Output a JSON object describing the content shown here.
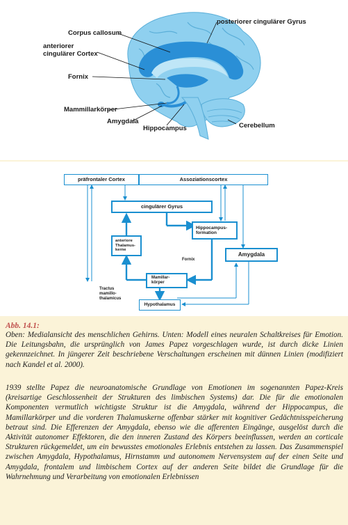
{
  "brain": {
    "labels": {
      "corpus_callosum": "Corpus callosum",
      "anterior_cingulate": "anteriorer\ncingulärer Cortex",
      "posterior_cingulate": "posteriorer cingulärer Gyrus",
      "fornix": "Fornix",
      "mammillary": "Mammillarkörper",
      "amygdala": "Amygdala",
      "hippocampus": "Hippocampus",
      "cerebellum": "Cerebellum"
    }
  },
  "circuit": {
    "prefrontal": "präfrontaler Cortex",
    "association": "Assoziationscortex",
    "cingulate": "cingulärer Gyrus",
    "hippocampal_formation": "Hippocampus-\nformation",
    "anterior_thalamic": "anteriore\nThalamus-\nkerne",
    "fornix": "Fornix",
    "amygdala": "Amygdala",
    "mammillary": "Mamillar-\nkörper",
    "tractus": "Tractus\nmamillo-\nthalamicus",
    "hypothalamus": "Hypothalamus"
  },
  "caption": {
    "heading": "Abb. 14.1:",
    "text": "Oben: Medialansicht des menschlichen Gehirns. Unten: Modell eines neuralen Schaltkreises für Emotion. Die Leitungsbahn, die ursprünglich von James Papez vorgeschlagen wurde, ist durch dicke Linien gekennzeichnet. In jüngerer Zeit beschriebene Verschaltungen erscheinen mit dünnen Linien (modifiziert nach Kandel et al. 2000)."
  },
  "body": {
    "paragraph": "1939 stellte Papez die neuroanatomische Grundlage von Emotionen im sogenannten Papez-Kreis (kreisartige Geschlossenheit der Strukturen des limbischen Systems) dar. Die für die emotionalen Komponenten vermutlich wichtigste Struktur ist die Amygdala, während der Hippocampus, die Mamillarkörper und die vorderen Thalamuskerne offenbar stärker mit kognitiver Gedächtnisspeicherung betraut sind. Die Efferenzen der Amygdala, ebenso wie die afferenten Eingänge, ausgelöst durch die Aktivität autonomer Effektoren, die den inneren Zustand des Körpers beeinflussen, werden an corticale Strukturen rückgemeldet, um ein bewusstes emotionales Erlebnis entstehen zu lassen. Das Zusammenspiel zwischen Amygdala, Hypothalamus, Hirnstamm und autonomem Nervensystem auf der einen Seite und Amygdala, frontalem und limbischem Cortex auf der anderen Seite bildet die Grundlage für die Wahrnehmung und Verarbeitung von emotionalen Erlebnissen"
  },
  "colors": {
    "accent": "#1a8fd0",
    "brain_fill": "#8fd0ef",
    "limbic": "#2a8fd6",
    "caption_heading": "#c0504d",
    "background": "#fbf3d8"
  }
}
